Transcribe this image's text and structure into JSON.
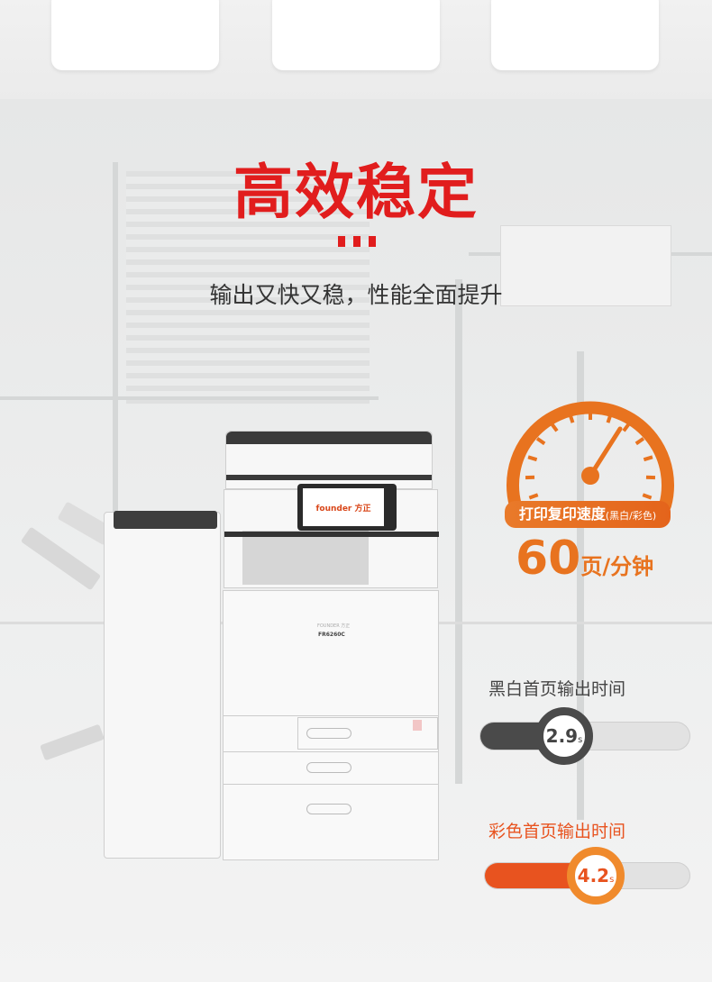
{
  "section": {
    "title": "高效稳定",
    "subtitle": "输出又快又稳，性能全面提升"
  },
  "printer": {
    "screen_logo": "founder 方正",
    "brand_label": "FOUNDER 方正",
    "model": "FR6260C"
  },
  "gauge": {
    "label": "打印复印速度",
    "label_note": "(黑白/彩色)",
    "speed_value": "60",
    "speed_unit": "页/分钟",
    "color": "#e8731f"
  },
  "first_page": [
    {
      "label": "黑白首页输出时间",
      "value": "2.9",
      "unit": "s",
      "fraction": 0.4,
      "color": "#4a4a4a"
    },
    {
      "label": "彩色首页输出时间",
      "value": "4.2",
      "unit": "s",
      "fraction": 0.54,
      "color": "#e8531f"
    }
  ]
}
